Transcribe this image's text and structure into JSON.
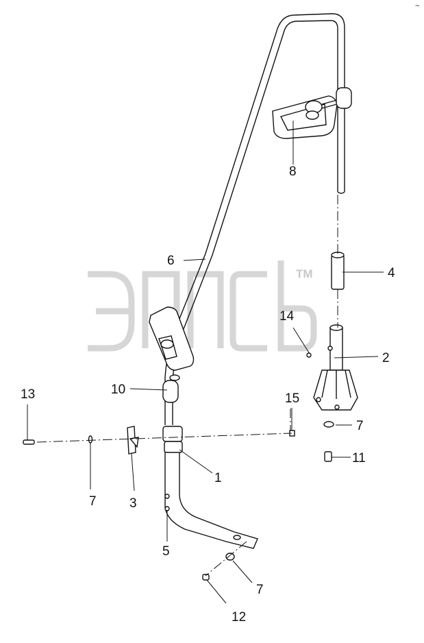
{
  "diagram": {
    "watermark": {
      "brand": "",
      "trademark": "TM"
    },
    "corner_mark": "~",
    "callouts": [
      {
        "id": "c1",
        "text": "1"
      },
      {
        "id": "c2",
        "text": "2"
      },
      {
        "id": "c3",
        "text": "3"
      },
      {
        "id": "c4",
        "text": "4"
      },
      {
        "id": "c5",
        "text": "5"
      },
      {
        "id": "c6",
        "text": "6"
      },
      {
        "id": "c7a",
        "text": "7"
      },
      {
        "id": "c7b",
        "text": "7"
      },
      {
        "id": "c7c",
        "text": "7"
      },
      {
        "id": "c8",
        "text": "8"
      },
      {
        "id": "c10",
        "text": "10"
      },
      {
        "id": "c11",
        "text": "11"
      },
      {
        "id": "c12",
        "text": "12"
      },
      {
        "id": "c13",
        "text": "13"
      },
      {
        "id": "c14",
        "text": "14"
      },
      {
        "id": "c15",
        "text": "15"
      }
    ]
  }
}
